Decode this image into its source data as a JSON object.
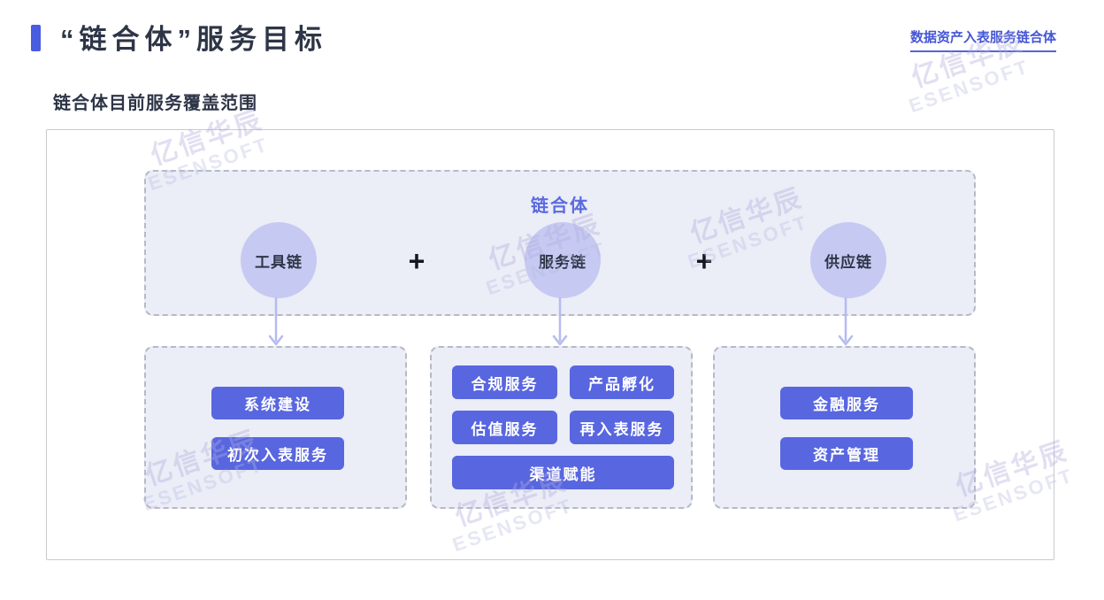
{
  "header": {
    "title": "“链合体”服务目标",
    "corner_label": "数据资产入表服务链合体",
    "subtitle": "链合体目前服务覆盖范围"
  },
  "diagram": {
    "container_title": "链合体",
    "chains": [
      "工具链",
      "服务链",
      "供应链"
    ],
    "plus_sign": "+",
    "groups": [
      {
        "name": "tool-chain-services",
        "buttons": [
          "系统建设",
          "初次入表服务"
        ]
      },
      {
        "name": "service-chain-services",
        "buttons": [
          "合规服务",
          "产品孵化",
          "估值服务",
          "再入表服务",
          "渠道赋能"
        ]
      },
      {
        "name": "supply-chain-services",
        "buttons": [
          "金融服务",
          "资产管理"
        ]
      }
    ]
  },
  "watermark": {
    "line1": "亿信华辰",
    "line2": "ESENSOFT"
  },
  "colors": {
    "accent_blue": "#4a5ce0",
    "link_blue": "#4456d6",
    "button_blue": "#5866e0",
    "circle_fill": "#c6caf2",
    "panel_fill": "#ebedf7",
    "dashed_border": "#b6bac6",
    "arrow": "#b6bbf0",
    "title_dark": "#2e3547"
  }
}
